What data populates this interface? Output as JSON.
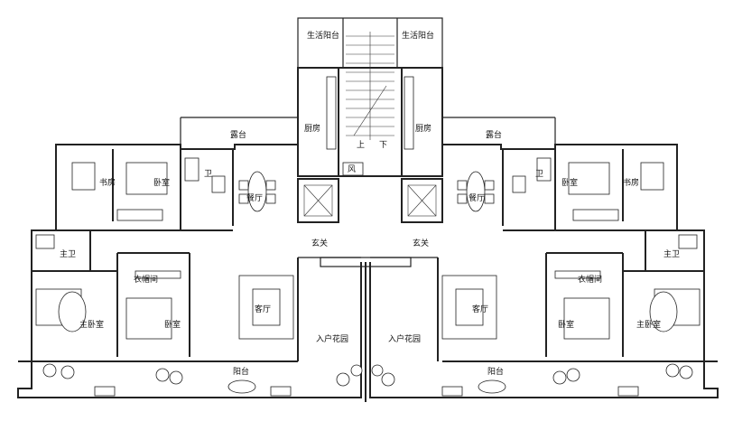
{
  "rooms": {
    "balcony_life_left": "生活阳台",
    "balcony_life_right": "生活阳台",
    "terrace_left": "露台",
    "terrace_right": "露台",
    "kitchen_left": "厨房",
    "kitchen_right": "厨房",
    "stair_up": "上",
    "stair_down": "下",
    "wind_shaft": "风",
    "study_left": "书房",
    "study_right": "书房",
    "bedroom_left": "卧室",
    "bedroom_right": "卧室",
    "bath_left": "卫",
    "bath_right": "卫",
    "dining_left": "餐厅",
    "dining_right": "餐厅",
    "foyer_left": "玄关",
    "foyer_right": "玄关",
    "master_bath_left": "主卫",
    "master_bath_right": "主卫",
    "closet_left": "衣帽间",
    "closet_right": "衣帽间",
    "living_left": "客厅",
    "living_right": "客厅",
    "master_bed_left": "主卧室",
    "master_bed_right": "主卧室",
    "bedroom2_left": "卧室",
    "bedroom2_right": "卧室",
    "garden_left": "入户花园",
    "garden_right": "入户花园",
    "balcony_left": "阳台",
    "balcony_right": "阳台"
  }
}
